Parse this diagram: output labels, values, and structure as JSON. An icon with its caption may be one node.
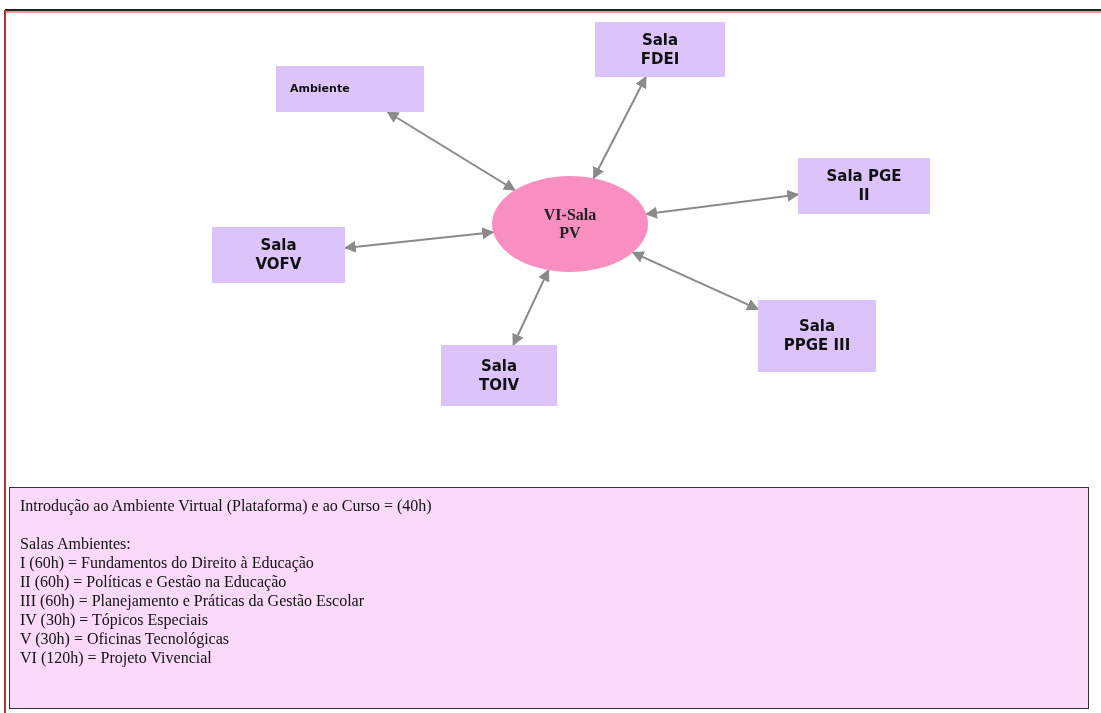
{
  "diagram": {
    "nodes": [
      {
        "text": [
          "VI-Sala PV"
        ]
      },
      {
        "text": [
          "Ambiente"
        ]
      },
      {
        "text": [
          "Sala FDEI"
        ]
      },
      {
        "text": [
          "Sala PGE II"
        ]
      },
      {
        "text": [
          "Sala VOFV"
        ]
      },
      {
        "text": [
          "Sala PPGE III"
        ]
      },
      {
        "text": [
          "Sala TOIV"
        ]
      },
      {
        "text": [
          "Introdução ao Ambiente Virtual (Plataforma) e ao Curso = (40h)",
          "Salas Ambientes:",
          "I (60h) = Fundamentos do Direito à Educação",
          "II (60h) = Políticas e Gestão na Educação",
          "III (60h) = Planejamento e Práticas da Gestão Escolar",
          "IV (30h) = Tópicos Especiais",
          "V (30h) = Oficinas Tecnológicas",
          "VI (120h) = Projeto Vivencial"
        ]
      }
    ],
    "edges": [
      {
        "from": 0,
        "to": 1,
        "arrow": "both"
      },
      {
        "from": 0,
        "to": 2,
        "arrow": "both"
      },
      {
        "from": 0,
        "to": 3,
        "arrow": "both"
      },
      {
        "from": 0,
        "to": 4,
        "arrow": "both"
      },
      {
        "from": 0,
        "to": 5,
        "arrow": "both"
      },
      {
        "from": 0,
        "to": 6,
        "arrow": "both"
      }
    ]
  }
}
